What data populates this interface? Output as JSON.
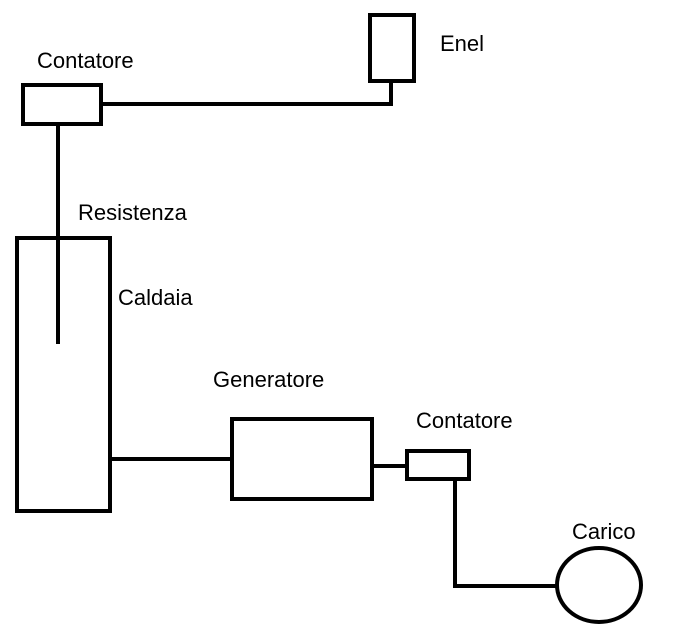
{
  "labels": {
    "enel": "Enel",
    "contatore_top": "Contatore",
    "resistenza": "Resistenza",
    "caldaia": "Caldaia",
    "generatore": "Generatore",
    "contatore_bottom": "Contatore",
    "carico": "Carico"
  },
  "colors": {
    "line": "#000000",
    "background": "#ffffff"
  }
}
